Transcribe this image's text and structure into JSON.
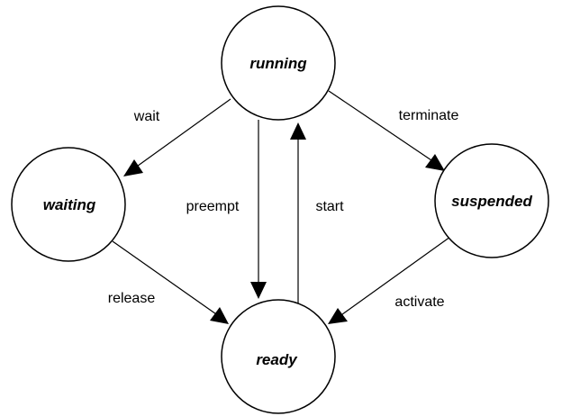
{
  "diagram": {
    "states": {
      "running": "running",
      "waiting": "waiting",
      "suspended": "suspended",
      "ready": "ready"
    },
    "transitions": {
      "wait": "wait",
      "terminate": "terminate",
      "preempt": "preempt",
      "start": "start",
      "release": "release",
      "activate": "activate"
    },
    "edges": [
      {
        "from": "running",
        "to": "waiting",
        "label": "wait"
      },
      {
        "from": "running",
        "to": "suspended",
        "label": "terminate"
      },
      {
        "from": "running",
        "to": "ready",
        "label": "preempt"
      },
      {
        "from": "ready",
        "to": "running",
        "label": "start"
      },
      {
        "from": "waiting",
        "to": "ready",
        "label": "release"
      },
      {
        "from": "suspended",
        "to": "ready",
        "label": "activate"
      }
    ],
    "colors": {
      "stroke": "#000000",
      "fill": "#ffffff"
    }
  }
}
